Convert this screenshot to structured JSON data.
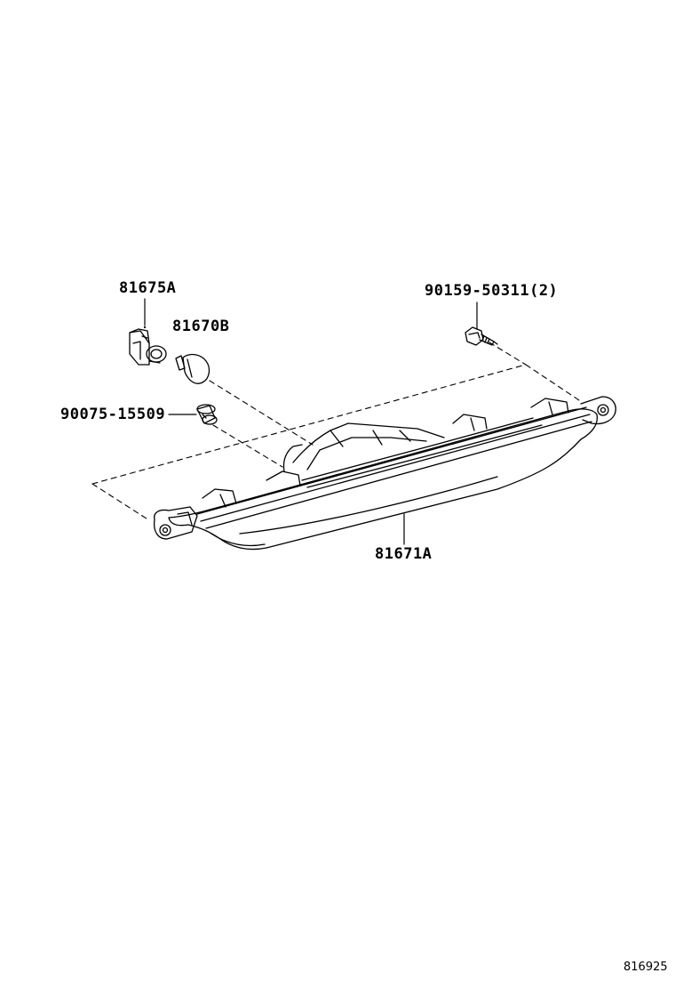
{
  "parts": {
    "socket": {
      "number": "81675A",
      "icon": "bulb-socket-icon"
    },
    "bulb": {
      "number": "81670B",
      "icon": "bulb-icon"
    },
    "grommet": {
      "number": "90075-15509",
      "icon": "grommet-icon"
    },
    "screw": {
      "number": "90159-50311(2)",
      "icon": "screw-icon"
    },
    "lamp": {
      "number": "81671A",
      "icon": "side-marker-lamp-icon"
    }
  },
  "diagram_ref": "816925",
  "colors": {
    "line": "#000000",
    "background": "#ffffff"
  }
}
